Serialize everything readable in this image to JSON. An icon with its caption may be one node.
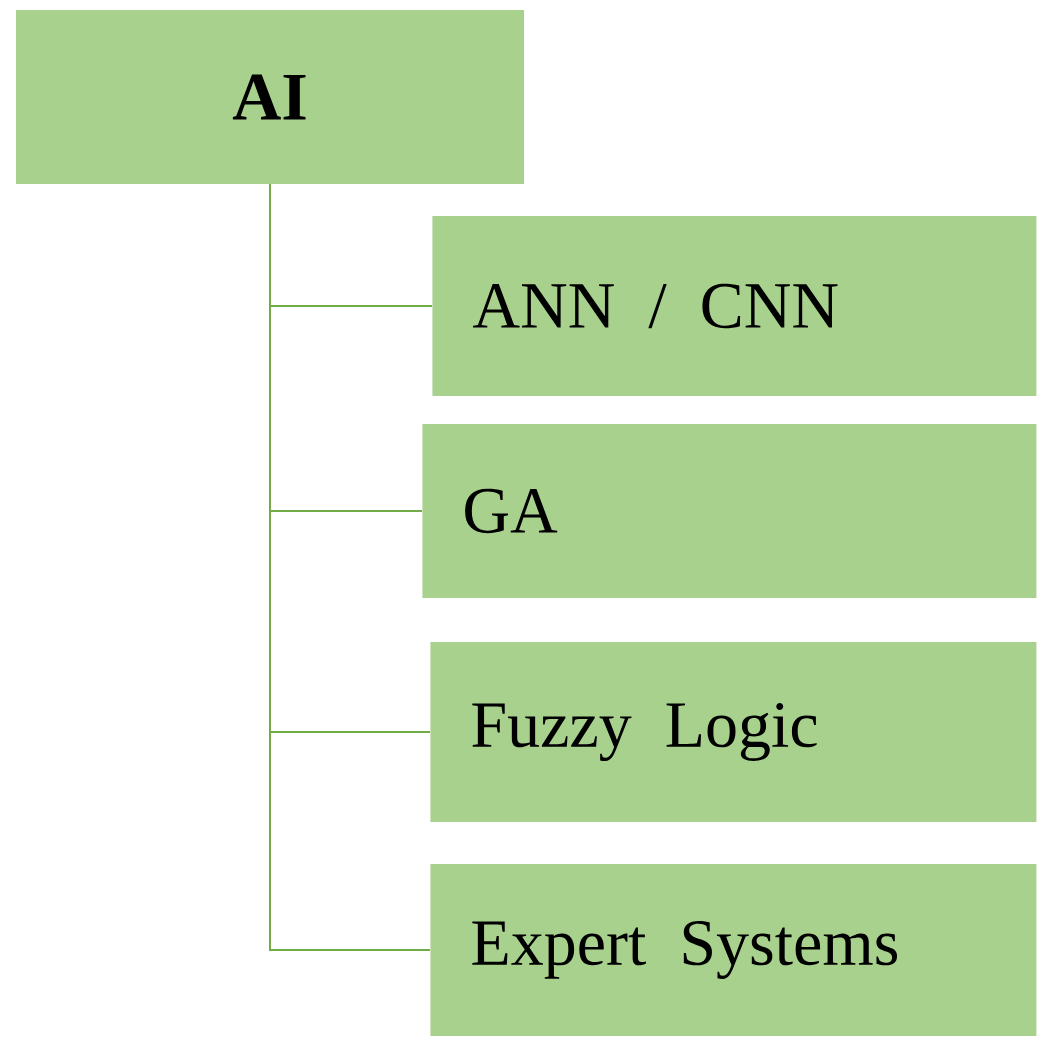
{
  "diagram": {
    "nodes": [
      {
        "text": [
          "AI"
        ]
      },
      {
        "text": [
          "ANN / CNN"
        ]
      },
      {
        "text": [
          "GA"
        ]
      },
      {
        "text": [
          "Fuzzy Logic"
        ]
      },
      {
        "text": [
          "Expert Systems"
        ]
      }
    ],
    "edges": [
      {
        "from": 0,
        "to": 1,
        "arrow": "none"
      },
      {
        "from": 0,
        "to": 2,
        "arrow": "none"
      },
      {
        "from": 0,
        "to": 3,
        "arrow": "none"
      },
      {
        "from": 0,
        "to": 4,
        "arrow": "none"
      }
    ]
  }
}
